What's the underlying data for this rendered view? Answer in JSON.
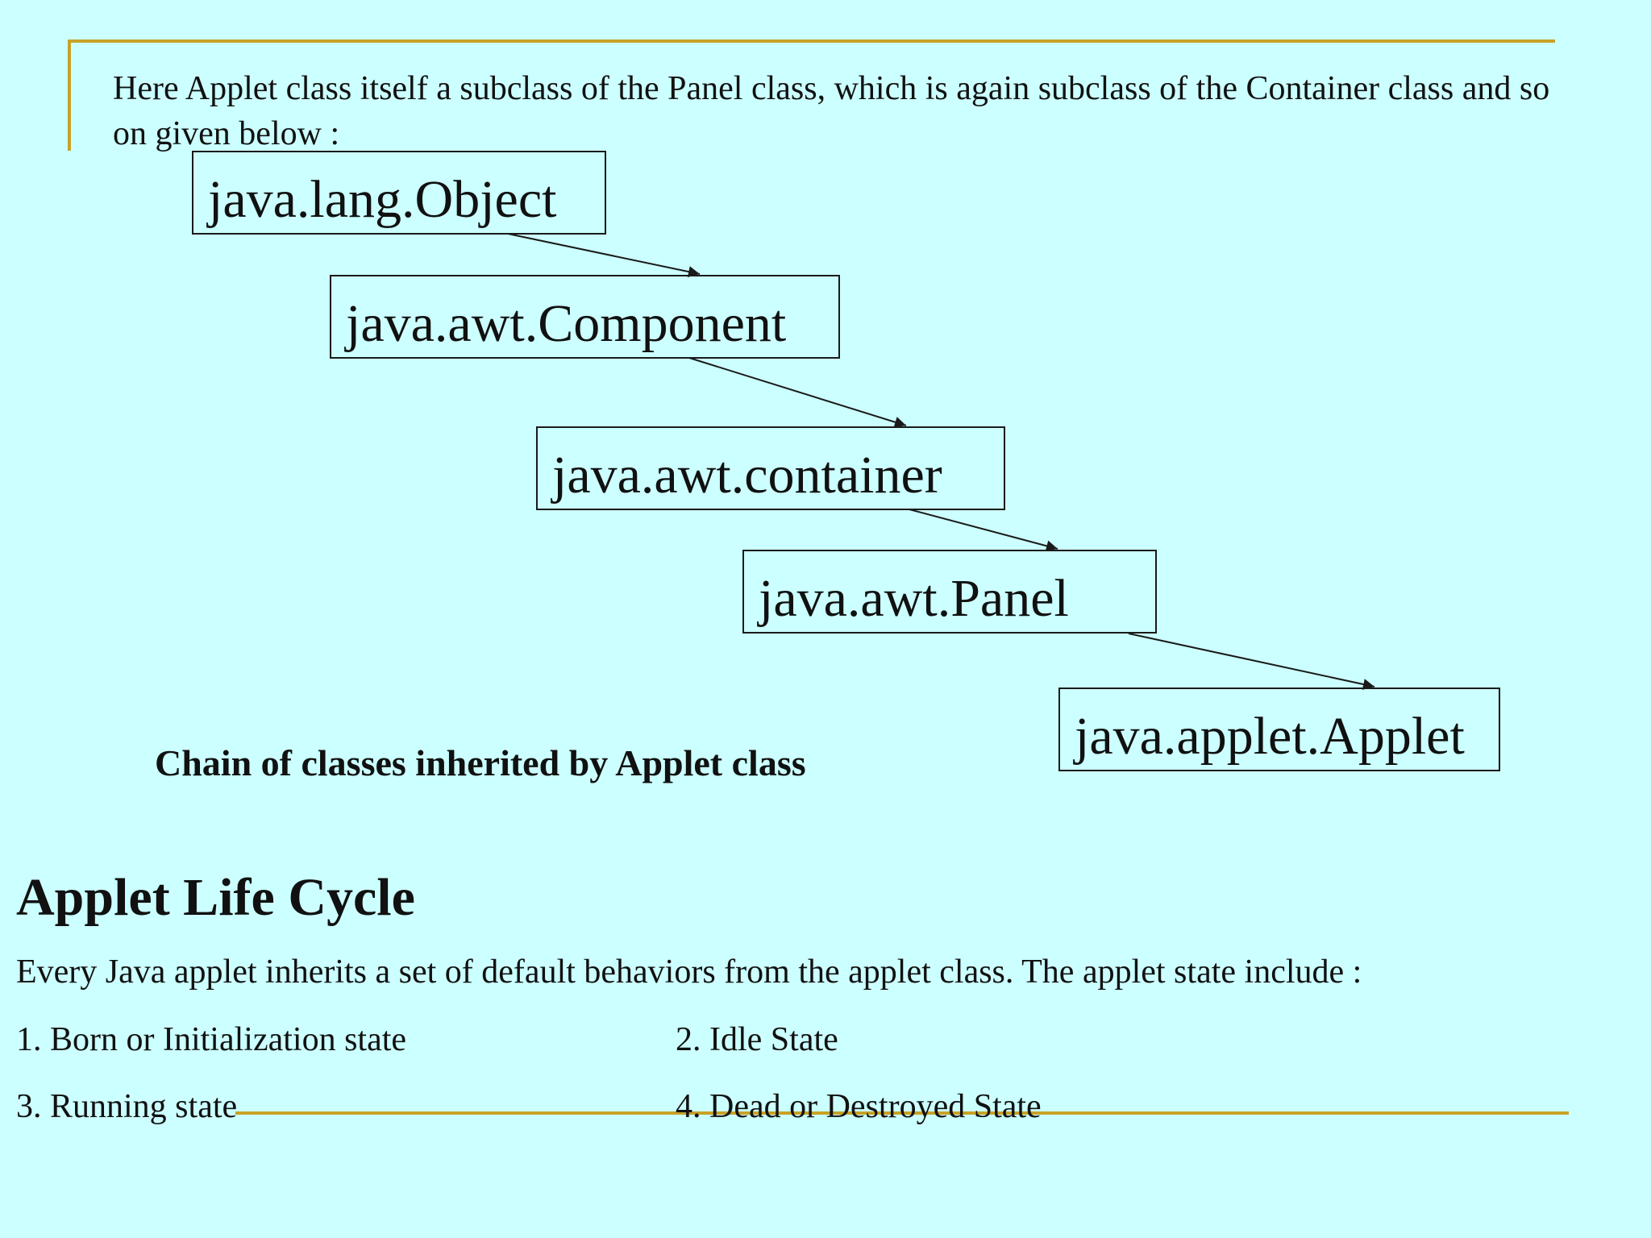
{
  "intro": {
    "text": "Here Applet class itself a subclass of the Panel class, which is again subclass of the Container class and so on given below :"
  },
  "diagram": {
    "classes": [
      "java.lang.Object",
      "java.awt.Component",
      "java.awt.container",
      "java.awt.Panel",
      "java.applet.Applet"
    ],
    "caption": "Chain of classes inherited by Applet class"
  },
  "life_cycle": {
    "title": "Applet Life Cycle",
    "description": "Every Java applet inherits a set of default behaviors from the applet class. The applet state include :",
    "states": [
      "1. Born or Initialization state",
      "2. Idle State",
      "3. Running state",
      "4. Dead or Destroyed State"
    ]
  },
  "colors": {
    "background": "#ccffff",
    "accent_line": "#c9a227",
    "text": "#111111"
  }
}
